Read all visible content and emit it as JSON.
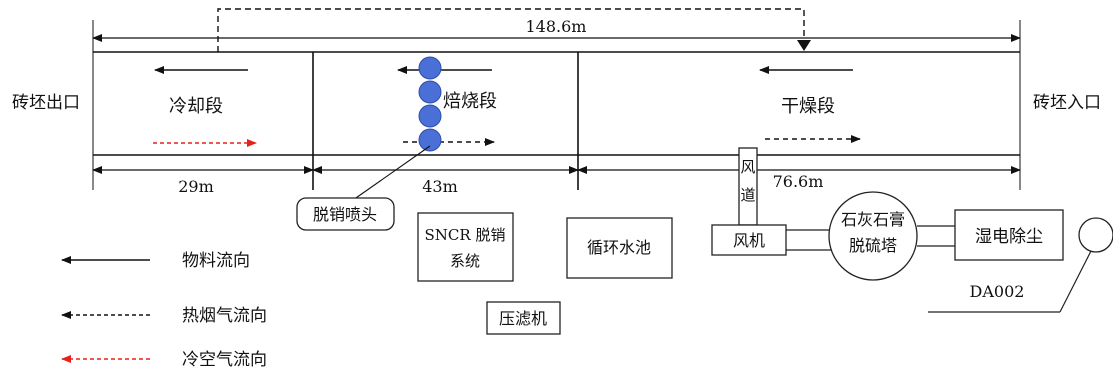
{
  "kiln": {
    "total_length": "148.6m",
    "outlet_label": "砖坯出口",
    "inlet_label": "砖坯入口",
    "zones": [
      {
        "name": "冷却段",
        "length": "29m"
      },
      {
        "name": "焙烧段",
        "length": "43m"
      },
      {
        "name": "干燥段",
        "length": "76.6m"
      }
    ]
  },
  "callout": {
    "nozzle_label": "脱销喷头"
  },
  "equipment": {
    "sncr_line1": "SNCR 脱销",
    "sncr_line2": "系统",
    "pool": "循环水池",
    "filter_press": "压滤机",
    "air_duct_char1": "风",
    "air_duct_char2": "道",
    "fan": "风机",
    "desulf_line1": "石灰石膏",
    "desulf_line2": "脱硫塔",
    "wesp": "湿电除尘",
    "outlet": "DA002"
  },
  "legend": {
    "items": [
      {
        "label": "物料流向",
        "style": "solid",
        "color": "#000000"
      },
      {
        "label": "热烟气流向",
        "style": "dashed",
        "color": "#000000"
      },
      {
        "label": "冷空气流向",
        "style": "dashed",
        "color": "#e8201a"
      }
    ]
  },
  "colors": {
    "nozzle": "#4a6fd6",
    "cold_air": "#e8201a",
    "line": "#111111"
  }
}
